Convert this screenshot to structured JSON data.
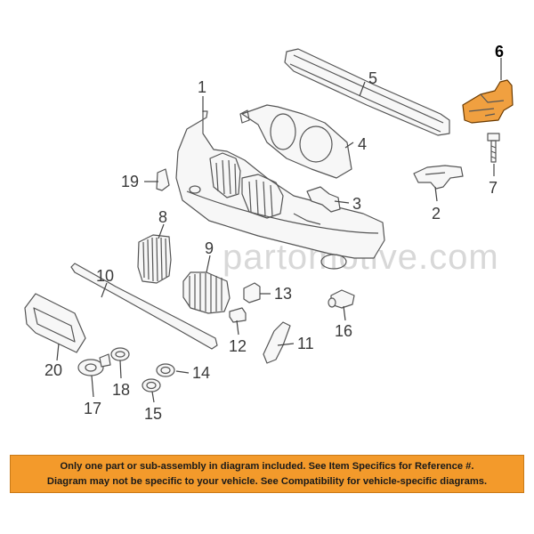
{
  "callouts": {
    "c1": "1",
    "c2": "2",
    "c3": "3",
    "c4": "4",
    "c5": "5",
    "c6": "6",
    "c7": "7",
    "c8": "8",
    "c9": "9",
    "c10": "10",
    "c11": "11",
    "c12": "12",
    "c13": "13",
    "c14": "14",
    "c15": "15",
    "c16": "16",
    "c17": "17",
    "c18": "18",
    "c19": "19",
    "c20": "20"
  },
  "watermark": "partomotive.com",
  "notice": {
    "line1": "Only one part or sub-assembly in diagram included. See Item Specifics for Reference #.",
    "line2": "Diagram may not be specific to your vehicle. See Compatibility for vehicle-specific diagrams."
  },
  "colors": {
    "highlight": "#f0a040",
    "notice_bg": "#f39a2b",
    "line": "#555555"
  }
}
